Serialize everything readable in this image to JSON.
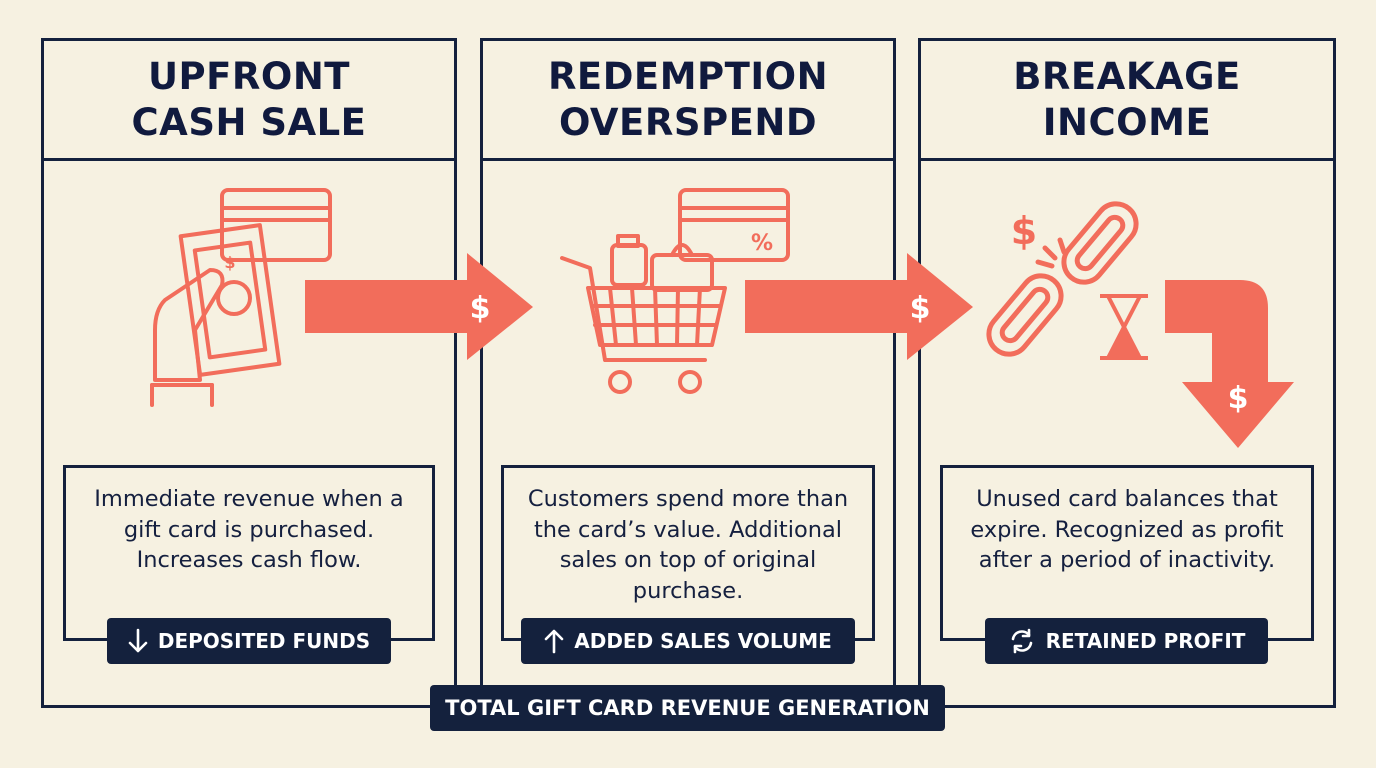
{
  "panels": [
    {
      "title": "UPFRONT\nCASH SALE",
      "description": "Immediate revenue when a gift card is purchased. Increases cash flow.",
      "badge_icon": "down-arrow-icon",
      "badge_label": "DEPOSITED FUNDS"
    },
    {
      "title": "REDEMPTION\nOVERSPEND",
      "description": "Customers spend more than the card’s value. Additional sales on top of original purchase.",
      "badge_icon": "up-arrow-icon",
      "badge_label": "ADDED SALES VOLUME"
    },
    {
      "title": "BREAKAGE\nINCOME",
      "description": "Unused card balances that expire. Recognized as profit after a period of inactivity.",
      "badge_icon": "refresh-icon",
      "badge_label": "RETAINED PROFIT"
    }
  ],
  "flow_arrows": [
    {
      "symbol": "$"
    },
    {
      "symbol": "$"
    },
    {
      "symbol": "$"
    }
  ],
  "icons": {
    "percent": "%",
    "dollar": "$"
  },
  "footer_label": "TOTAL GIFT CARD REVENUE GENERATION",
  "colors": {
    "background": "#f6f1e1",
    "navy": "#14213d",
    "accent": "#f26d5b"
  }
}
